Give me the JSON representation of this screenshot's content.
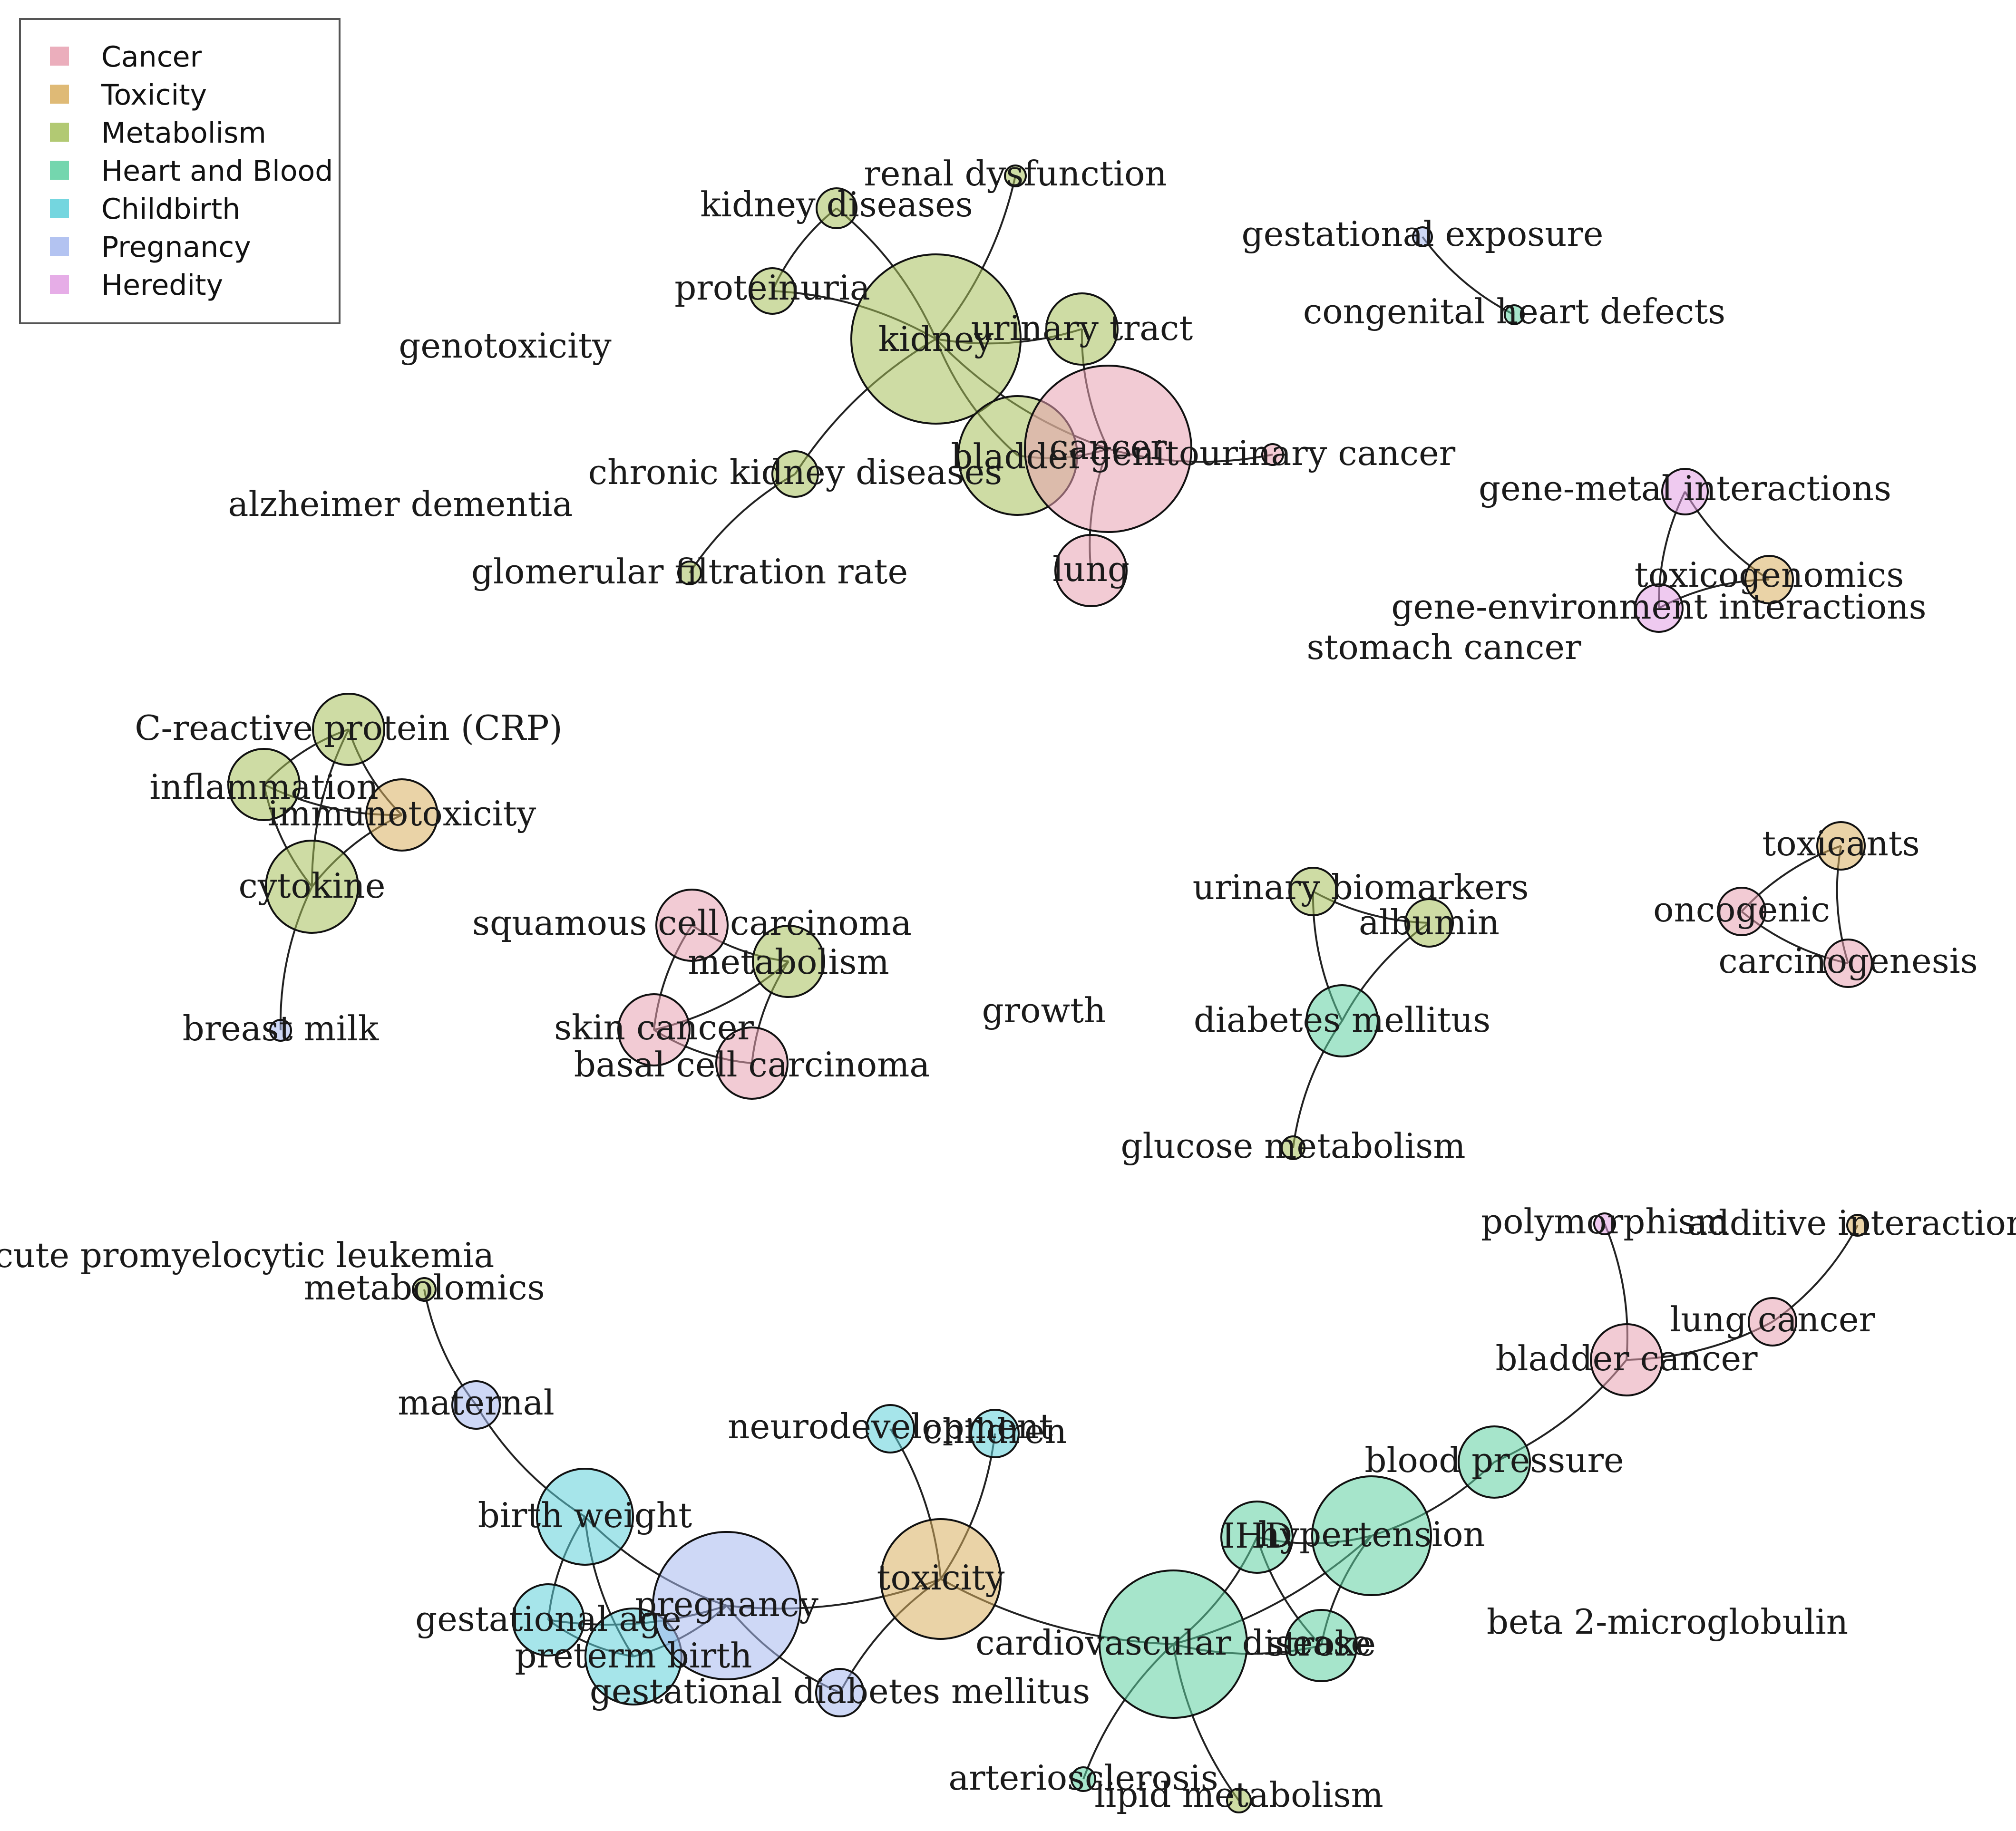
{
  "legend": {
    "items": [
      {
        "label": "Cancer",
        "color": "#E8A0B0"
      },
      {
        "label": "Toxicity",
        "color": "#D9AE5E"
      },
      {
        "label": "Metabolism",
        "color": "#A5BF5A"
      },
      {
        "label": "Heart and Blood",
        "color": "#5CCFA0"
      },
      {
        "label": "Childbirth",
        "color": "#5CCFD9"
      },
      {
        "label": "Pregnancy",
        "color": "#A6B8EE"
      },
      {
        "label": "Heredity",
        "color": "#E29FE3"
      }
    ]
  },
  "nodes": [
    {
      "id": "kidney",
      "label": "kidney",
      "category": "Metabolism"
    },
    {
      "id": "renal-dysfunction",
      "label": "renal dysfunction",
      "category": "Metabolism"
    },
    {
      "id": "kidney-diseases",
      "label": "kidney diseases",
      "category": "Metabolism"
    },
    {
      "id": "proteinuria",
      "label": "proteinuria",
      "category": "Metabolism"
    },
    {
      "id": "urinary-tract",
      "label": "urinary tract",
      "category": "Metabolism"
    },
    {
      "id": "bladder",
      "label": "bladder",
      "category": "Metabolism"
    },
    {
      "id": "cancer",
      "label": "cancer",
      "category": "Cancer"
    },
    {
      "id": "genitourinary-cancer",
      "label": "genitourinary cancer",
      "category": "Cancer"
    },
    {
      "id": "lung",
      "label": "lung",
      "category": "Cancer"
    },
    {
      "id": "chronic-kidney-diseases",
      "label": "chronic kidney diseases",
      "category": "Metabolism"
    },
    {
      "id": "glomerular-filtration-rate",
      "label": "glomerular filtration rate",
      "category": "Metabolism"
    },
    {
      "id": "genotoxicity",
      "label": "genotoxicity",
      "category": "Toxicity"
    },
    {
      "id": "alzheimer-dementia",
      "label": "alzheimer dementia",
      "category": "Metabolism"
    },
    {
      "id": "gestational-exposure",
      "label": "gestational exposure",
      "category": "Pregnancy"
    },
    {
      "id": "congenital-heart-defects",
      "label": "congenital heart defects",
      "category": "Heart and Blood"
    },
    {
      "id": "gene-metal-interactions",
      "label": "gene-metal interactions",
      "category": "Heredity"
    },
    {
      "id": "toxicogenomics",
      "label": "toxicogenomics",
      "category": "Toxicity"
    },
    {
      "id": "gene-environment-interactions",
      "label": "gene-environment interactions",
      "category": "Heredity"
    },
    {
      "id": "stomach-cancer",
      "label": "stomach cancer",
      "category": "Cancer"
    },
    {
      "id": "crp",
      "label": "C-reactive protein (CRP)",
      "category": "Metabolism"
    },
    {
      "id": "inflammation",
      "label": "inflammation",
      "category": "Metabolism"
    },
    {
      "id": "immunotoxicity",
      "label": "immunotoxicity",
      "category": "Toxicity"
    },
    {
      "id": "cytokine",
      "label": "cytokine",
      "category": "Metabolism"
    },
    {
      "id": "breast-milk",
      "label": "breast milk",
      "category": "Pregnancy"
    },
    {
      "id": "squamous-cell-carcinoma",
      "label": "squamous cell carcinoma",
      "category": "Cancer"
    },
    {
      "id": "metabolism",
      "label": "metabolism",
      "category": "Metabolism"
    },
    {
      "id": "skin-cancer",
      "label": "skin cancer",
      "category": "Cancer"
    },
    {
      "id": "basal-cell-carcinoma",
      "label": "basal cell carcinoma",
      "category": "Cancer"
    },
    {
      "id": "growth",
      "label": "growth",
      "category": "Childbirth"
    },
    {
      "id": "urinary-biomarkers",
      "label": "urinary biomarkers",
      "category": "Metabolism"
    },
    {
      "id": "albumin",
      "label": "albumin",
      "category": "Metabolism"
    },
    {
      "id": "diabetes-mellitus",
      "label": "diabetes mellitus",
      "category": "Heart and Blood"
    },
    {
      "id": "glucose-metabolism",
      "label": "glucose metabolism",
      "category": "Metabolism"
    },
    {
      "id": "toxicants",
      "label": "toxicants",
      "category": "Toxicity"
    },
    {
      "id": "oncogenic",
      "label": "oncogenic",
      "category": "Cancer"
    },
    {
      "id": "carcinogenesis",
      "label": "carcinogenesis",
      "category": "Cancer"
    },
    {
      "id": "acute-promyelocytic-leukemia",
      "label": "acute promyelocytic leukemia",
      "category": "Cancer"
    },
    {
      "id": "metabolomics",
      "label": "metabolomics",
      "category": "Metabolism"
    },
    {
      "id": "maternal",
      "label": "maternal",
      "category": "Pregnancy"
    },
    {
      "id": "birth-weight",
      "label": "birth weight",
      "category": "Childbirth"
    },
    {
      "id": "gestational-age",
      "label": "gestational age",
      "category": "Childbirth"
    },
    {
      "id": "preterm-birth",
      "label": "preterm birth",
      "category": "Childbirth"
    },
    {
      "id": "pregnancy",
      "label": "pregnancy",
      "category": "Pregnancy"
    },
    {
      "id": "gestational-diabetes-mellitus",
      "label": "gestational diabetes mellitus",
      "category": "Pregnancy"
    },
    {
      "id": "neurodevelopment",
      "label": "neurodevelopment",
      "category": "Childbirth"
    },
    {
      "id": "children",
      "label": "children",
      "category": "Childbirth"
    },
    {
      "id": "toxicity",
      "label": "toxicity",
      "category": "Toxicity"
    },
    {
      "id": "cardiovascular-disease",
      "label": "cardiovascular disease",
      "category": "Heart and Blood"
    },
    {
      "id": "arteriosclerosis",
      "label": "arteriosclerosis",
      "category": "Heart and Blood"
    },
    {
      "id": "lipid-metabolism",
      "label": "lipid metabolism",
      "category": "Metabolism"
    },
    {
      "id": "ihd",
      "label": "IHD",
      "category": "Heart and Blood"
    },
    {
      "id": "hypertension",
      "label": "hypertension",
      "category": "Heart and Blood"
    },
    {
      "id": "stroke",
      "label": "stroke",
      "category": "Heart and Blood"
    },
    {
      "id": "blood-pressure",
      "label": "blood pressure",
      "category": "Heart and Blood"
    },
    {
      "id": "bladder-cancer",
      "label": "bladder cancer",
      "category": "Cancer"
    },
    {
      "id": "lung-cancer",
      "label": "lung cancer",
      "category": "Cancer"
    },
    {
      "id": "polymorphism",
      "label": "polymorphism",
      "category": "Heredity"
    },
    {
      "id": "additive-interaction",
      "label": "additive interaction",
      "category": "Toxicity"
    },
    {
      "id": "beta-2-microglobulin",
      "label": "beta 2-microglobulin",
      "category": "Metabolism"
    }
  ],
  "edges": [
    [
      "kidney",
      "kidney-diseases"
    ],
    [
      "kidney",
      "proteinuria"
    ],
    [
      "kidney-diseases",
      "proteinuria"
    ],
    [
      "kidney",
      "renal-dysfunction"
    ],
    [
      "kidney",
      "urinary-tract"
    ],
    [
      "kidney",
      "bladder"
    ],
    [
      "kidney",
      "cancer"
    ],
    [
      "kidney",
      "chronic-kidney-diseases"
    ],
    [
      "bladder",
      "cancer"
    ],
    [
      "urinary-tract",
      "cancer"
    ],
    [
      "cancer",
      "genitourinary-cancer"
    ],
    [
      "cancer",
      "lung"
    ],
    [
      "chronic-kidney-diseases",
      "glomerular-filtration-rate"
    ],
    [
      "gestational-exposure",
      "congenital-heart-defects"
    ],
    [
      "gene-metal-interactions",
      "toxicogenomics"
    ],
    [
      "gene-metal-interactions",
      "gene-environment-interactions"
    ],
    [
      "toxicogenomics",
      "gene-environment-interactions"
    ],
    [
      "crp",
      "inflammation"
    ],
    [
      "crp",
      "immunotoxicity"
    ],
    [
      "inflammation",
      "immunotoxicity"
    ],
    [
      "inflammation",
      "cytokine"
    ],
    [
      "immunotoxicity",
      "cytokine"
    ],
    [
      "crp",
      "cytokine"
    ],
    [
      "cytokine",
      "breast-milk"
    ],
    [
      "squamous-cell-carcinoma",
      "metabolism"
    ],
    [
      "squamous-cell-carcinoma",
      "skin-cancer"
    ],
    [
      "skin-cancer",
      "metabolism"
    ],
    [
      "skin-cancer",
      "basal-cell-carcinoma"
    ],
    [
      "metabolism",
      "basal-cell-carcinoma"
    ],
    [
      "urinary-biomarkers",
      "albumin"
    ],
    [
      "urinary-biomarkers",
      "diabetes-mellitus"
    ],
    [
      "albumin",
      "diabetes-mellitus"
    ],
    [
      "diabetes-mellitus",
      "glucose-metabolism"
    ],
    [
      "toxicants",
      "oncogenic"
    ],
    [
      "toxicants",
      "carcinogenesis"
    ],
    [
      "oncogenic",
      "carcinogenesis"
    ],
    [
      "metabolomics",
      "maternal"
    ],
    [
      "maternal",
      "birth-weight"
    ],
    [
      "birth-weight",
      "gestational-age"
    ],
    [
      "birth-weight",
      "preterm-birth"
    ],
    [
      "birth-weight",
      "pregnancy"
    ],
    [
      "gestational-age",
      "preterm-birth"
    ],
    [
      "gestational-age",
      "pregnancy"
    ],
    [
      "preterm-birth",
      "pregnancy"
    ],
    [
      "pregnancy",
      "gestational-diabetes-mellitus"
    ],
    [
      "pregnancy",
      "toxicity"
    ],
    [
      "toxicity",
      "gestational-diabetes-mellitus"
    ],
    [
      "toxicity",
      "neurodevelopment"
    ],
    [
      "toxicity",
      "children"
    ],
    [
      "toxicity",
      "cardiovascular-disease"
    ],
    [
      "cardiovascular-disease",
      "arteriosclerosis"
    ],
    [
      "cardiovascular-disease",
      "lipid-metabolism"
    ],
    [
      "cardiovascular-disease",
      "ihd"
    ],
    [
      "cardiovascular-disease",
      "hypertension"
    ],
    [
      "cardiovascular-disease",
      "stroke"
    ],
    [
      "ihd",
      "hypertension"
    ],
    [
      "ihd",
      "stroke"
    ],
    [
      "hypertension",
      "stroke"
    ],
    [
      "hypertension",
      "blood-pressure"
    ],
    [
      "blood-pressure",
      "bladder-cancer"
    ],
    [
      "bladder-cancer",
      "polymorphism"
    ],
    [
      "bladder-cancer",
      "lung-cancer"
    ],
    [
      "lung-cancer",
      "additive-interaction"
    ]
  ]
}
